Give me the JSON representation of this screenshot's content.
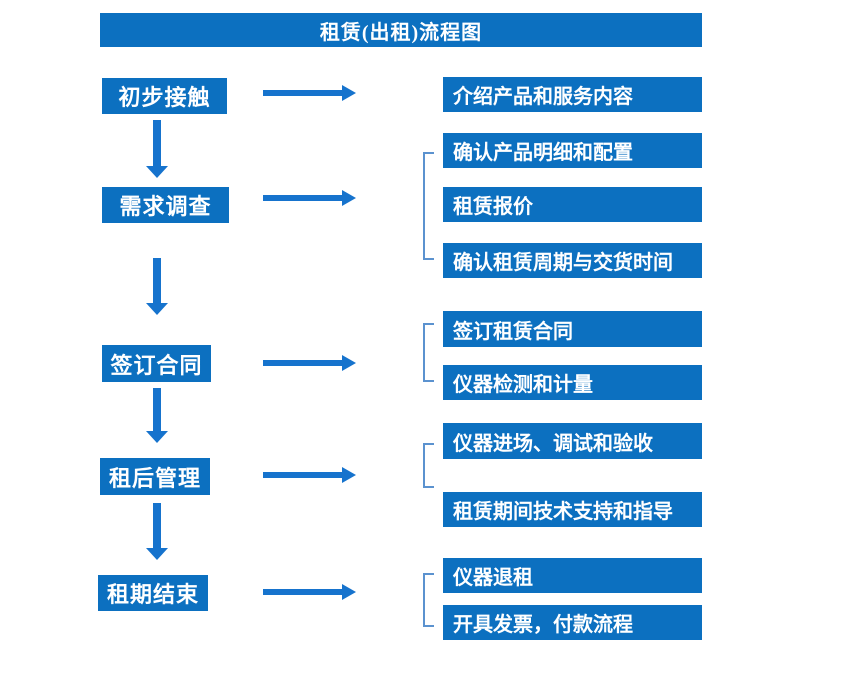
{
  "title": "租赁(出租)流程图",
  "stages": [
    {
      "label": "初步接触",
      "details": [
        "介绍产品和服务内容"
      ]
    },
    {
      "label": "需求调查",
      "details": [
        "确认产品明细和配置",
        "租赁报价",
        "确认租赁周期与交货时间"
      ]
    },
    {
      "label": "签订合同",
      "details": [
        "签订租赁合同",
        "仪器检测和计量"
      ]
    },
    {
      "label": "租后管理",
      "details": [
        "仪器进场、调试和验收",
        "租赁期间技术支持和指导"
      ]
    },
    {
      "label": "租期结束",
      "details": [
        "仪器退租",
        "开具发票，付款流程"
      ]
    }
  ],
  "colors": {
    "box_blue": "#0c70c0",
    "arrow_blue": "#1673cd",
    "bracket_blue": "#5b92cf",
    "text_white": "#ffffff"
  }
}
